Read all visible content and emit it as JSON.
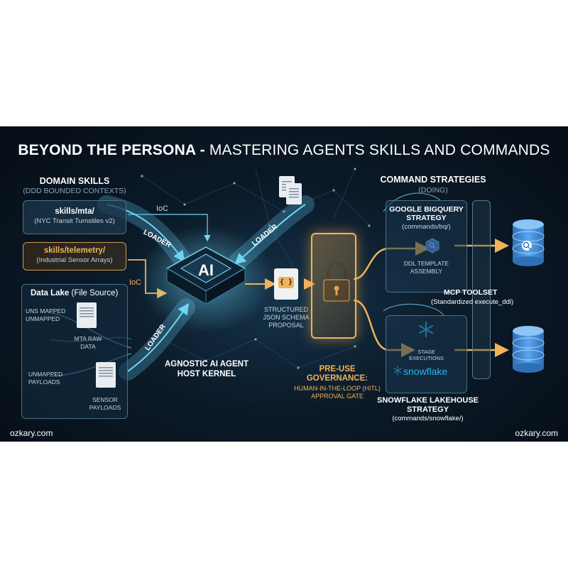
{
  "title": {
    "bold": "BEYOND THE PERSONA -",
    "light": "MASTERING AGENTS SKILLS AND COMMANDS"
  },
  "domain_skills": {
    "header": "DOMAIN SKILLS",
    "subheader": "(DDD BOUNDED CONTEXTS)",
    "mta": {
      "name": "skills/mta/",
      "desc": "(NYC Transit Turnstiles v2)"
    },
    "telemetry": {
      "name": "skills/telemetry/",
      "desc": "(Industrial Sensor Arrays)"
    }
  },
  "ioc_top": "IoC",
  "ioc_mid": "IoC",
  "loaders": [
    "LOADER",
    "LOADER",
    "LOADER"
  ],
  "data_lake": {
    "header_bold": "Data Lake",
    "header_rest": "(File Source)",
    "uns_label": "UNS MAPPED\nUNMAPPED",
    "mta_raw": "MTA RAW\nDATA",
    "unmapped_payloads": "UNMAPPED\nPAYLOADS",
    "sensor_payloads": "SENSOR\nPAYLOADS"
  },
  "kernel": {
    "chip_text": "AI",
    "label": "AGNOSTIC AI AGENT\nHOST KERNEL"
  },
  "schema": {
    "glyph": "{ }",
    "label": "STRUCTURED\nJSON SCHEMA\nPROPOSAL"
  },
  "governance": {
    "title": "PRE-USE\nGOVERNANCE:",
    "subtitle": "HUMAN-IN-THE-LOOP (HITL)\nAPPROVAL GATE"
  },
  "command_strategies": {
    "header": "COMMAND STRATEGIES",
    "subheader": "(DOING)"
  },
  "bigquery": {
    "title": "GOOGLE BIGQUERY\nSTRATEGY",
    "path": "(commands/bq/)",
    "step": "DDL TEMPLATE\nASSEMBLY"
  },
  "mcp": {
    "title": "MCP TOOLSET",
    "desc": "(Standardized execute_ddl)"
  },
  "snowflake": {
    "step": "STAGE\nEXECUTIONS",
    "logo_text": "snowflake",
    "title": "SNOWFLAKE LAKEHOUSE\nSTRATEGY",
    "path": "(commands/snowflake/)"
  },
  "footer": {
    "left": "ozkary.com",
    "right": "ozkary.com"
  },
  "colors": {
    "accent_cyan": "#6fd6f2",
    "accent_orange": "#f0b35a",
    "panel_border": "#4c6f86",
    "db_blue": "#3f8fe0"
  }
}
